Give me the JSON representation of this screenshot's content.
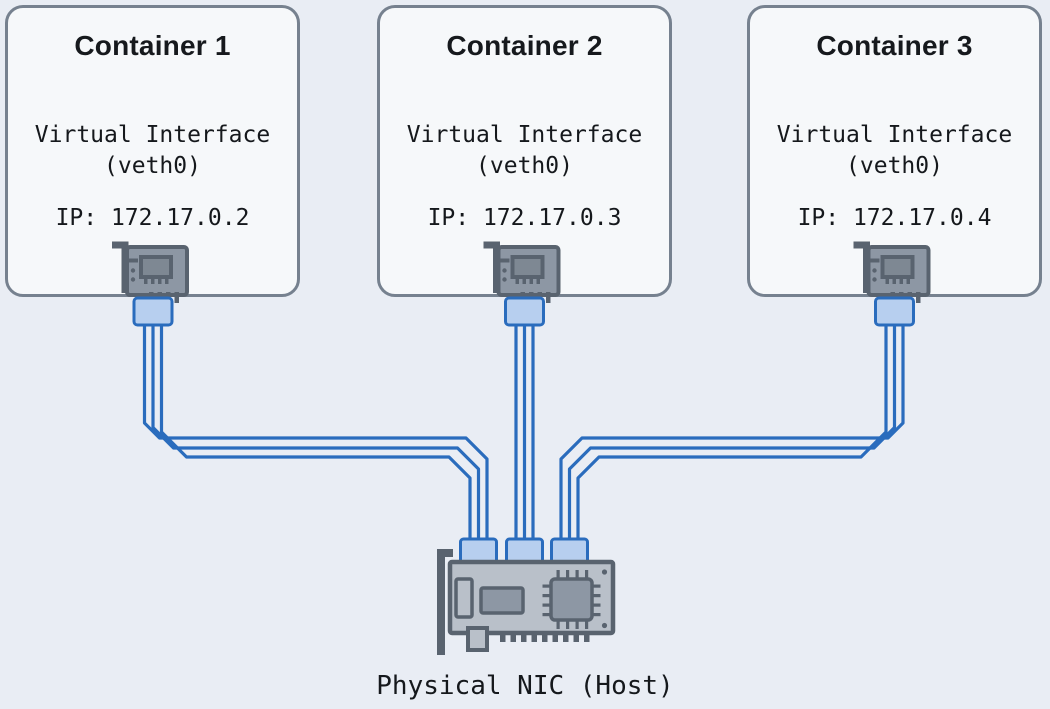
{
  "diagram": {
    "containers": [
      {
        "title": "Container 1",
        "iface_line1": "Virtual Interface",
        "iface_line2": "(veth0)",
        "ip": "IP: 172.17.0.2"
      },
      {
        "title": "Container 2",
        "iface_line1": "Virtual Interface",
        "iface_line2": "(veth0)",
        "ip": "IP: 172.17.0.3"
      },
      {
        "title": "Container 3",
        "iface_line1": "Virtual Interface",
        "iface_line2": "(veth0)",
        "ip": "IP: 172.17.0.4"
      }
    ],
    "host": {
      "label": "Physical NIC (Host)"
    },
    "icons": {
      "container_nic": "nic-card-icon",
      "host_nic": "nic-card-icon",
      "cable": "ribbon-cable"
    },
    "colors": {
      "background": "#e9edf4",
      "box_fill": "#f6f8fa",
      "box_border": "#76818f",
      "cable_blue": "#2a6cbd",
      "connector_fill": "#b7cfef",
      "icon_fill": "#8d97a4",
      "icon_stroke": "#59636f",
      "card_fill": "#b9c0c9",
      "text": "#15181c"
    }
  }
}
